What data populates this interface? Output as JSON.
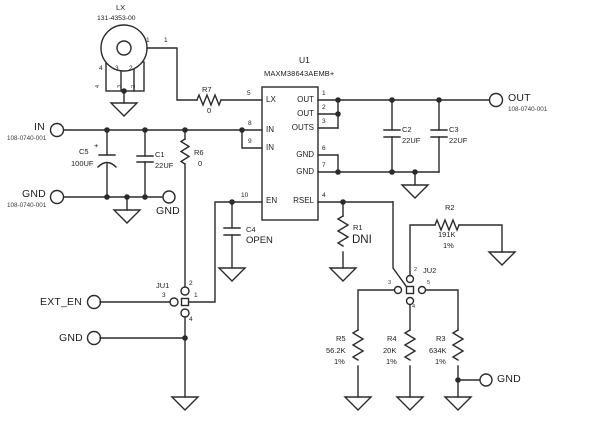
{
  "title": "DC-DC converter EV kit schematic",
  "colors": {
    "line": "#2b2b2b",
    "background": "#ffffff",
    "text": "#1c1c1c"
  },
  "connector_lx": {
    "ref": "LX",
    "part": "131-4353-00",
    "pin1_a": "1",
    "pin1_b": "1",
    "pin4": "4",
    "pin3": "3",
    "pin2": "2",
    "pin4_rot": "4",
    "pin3_rot": "3",
    "pin2_rot": "2"
  },
  "u1": {
    "ref": "U1",
    "part": "MAXM38643AEMB+",
    "pins_left": [
      {
        "num": "5",
        "name": "LX"
      },
      {
        "num": "8",
        "name": "IN"
      },
      {
        "num": "9",
        "name": "IN"
      },
      {
        "num": "10",
        "name": "EN"
      }
    ],
    "pins_right": [
      {
        "num": "1",
        "name": "OUT"
      },
      {
        "num": "2",
        "name": "OUT"
      },
      {
        "num": "3",
        "name": "OUTS"
      },
      {
        "num": "6",
        "name": "GND"
      },
      {
        "num": "7",
        "name": "GND"
      },
      {
        "num": "4",
        "name": "RSEL"
      }
    ]
  },
  "terminals": {
    "in_label": "IN",
    "in_part": "108-0740-001",
    "gnd_left_label": "GND",
    "gnd_left_part": "108-0740-001",
    "gnd_mid_label": "GND",
    "ext_en_label": "EXT_EN",
    "gnd_bottom_label": "GND",
    "out_label": "OUT",
    "out_part": "108-0740-001",
    "gnd_right_label": "GND"
  },
  "resistors": {
    "r7": {
      "ref": "R7",
      "value": "0"
    },
    "r6": {
      "ref": "R6",
      "value": "0"
    },
    "r1": {
      "ref": "R1",
      "value": "DNI"
    },
    "r2": {
      "ref": "R2",
      "value": "191K",
      "tol": "1%"
    },
    "r5": {
      "ref": "R5",
      "value": "56.2K",
      "tol": "1%"
    },
    "r4": {
      "ref": "R4",
      "value": "20K",
      "tol": "1%"
    },
    "r3": {
      "ref": "R3",
      "value": "634K",
      "tol": "1%"
    }
  },
  "capacitors": {
    "c5": {
      "ref": "C5",
      "value": "100UF",
      "polarity": "+"
    },
    "c1": {
      "ref": "C1",
      "value": "22UF"
    },
    "c2": {
      "ref": "C2",
      "value": "22UF"
    },
    "c3": {
      "ref": "C3",
      "value": "22UF"
    },
    "c4": {
      "ref": "C4",
      "value": "OPEN"
    }
  },
  "jumpers": {
    "ju1": {
      "ref": "JU1",
      "pin1": "1",
      "pin2": "2",
      "pin3": "3",
      "pin4": "4"
    },
    "ju2": {
      "ref": "JU2",
      "pin2": "2",
      "pin3": "3",
      "pin4": "4",
      "pin5": "5"
    }
  }
}
